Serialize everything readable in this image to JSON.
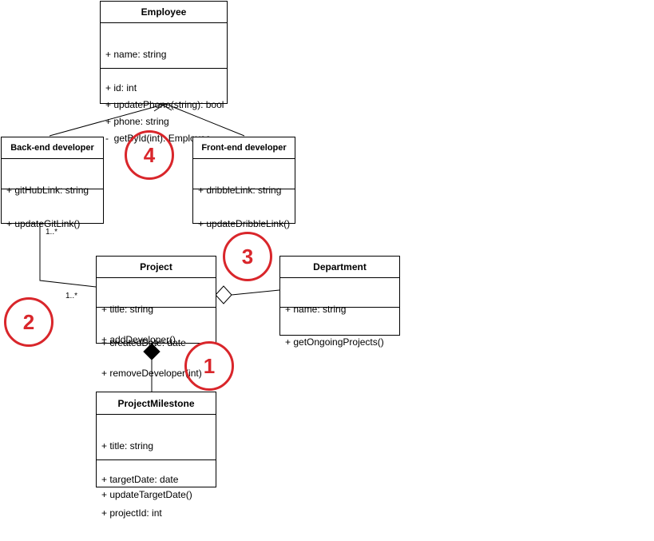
{
  "classes": {
    "employee": {
      "name": "Employee",
      "attributes": [
        "+ name: string",
        "+ id: int",
        "+ phone: string"
      ],
      "methods": [
        "+ updatePhone(string): bool",
        "-  getById(int): Employee"
      ]
    },
    "backend": {
      "name": "Back-end developer",
      "attributes": [
        "+ gitHubLink: string"
      ],
      "methods": [
        "+ updateGitLink()"
      ]
    },
    "frontend": {
      "name": "Front-end developer",
      "attributes": [
        "+ dribbleLink: string"
      ],
      "methods": [
        "+ updateDribbleLink()"
      ]
    },
    "project": {
      "name": "Project",
      "attributes": [
        "+ title: string",
        "+ createdDate: date"
      ],
      "methods": [
        "+ addDeveloper()",
        "+ removeDeveloper(int)"
      ]
    },
    "department": {
      "name": "Department",
      "attributes": [
        "+ name: string"
      ],
      "methods": [
        "+ getOngoingProjects()"
      ]
    },
    "milestone": {
      "name": "ProjectMilestone",
      "attributes": [
        "+ title: string",
        "+ targetDate: date",
        "+ projectId: int"
      ],
      "methods": [
        "+ updateTargetDate()"
      ]
    }
  },
  "multiplicities": {
    "backend_end": "1..*",
    "project_end": "1..*"
  },
  "annotations": [
    "1",
    "2",
    "3",
    "4"
  ],
  "colors": {
    "annotation": "#d9262b",
    "line": "#000000"
  }
}
